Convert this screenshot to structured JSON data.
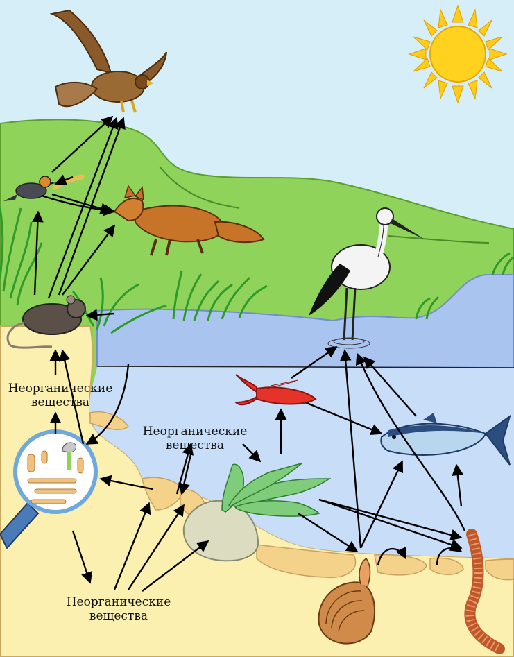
{
  "labels": {
    "left": {
      "line1": "Неорганические",
      "line2": "вещества"
    },
    "middle": {
      "line1": "Неорганические",
      "line2": "вещества"
    },
    "bottom": {
      "line1": "Неорганические",
      "line2": "вещества"
    }
  },
  "organisms": [
    "eagle",
    "small-bird",
    "fox",
    "mouse",
    "stork",
    "crayfish",
    "tuna-fish",
    "algae",
    "clam",
    "worm",
    "decomposers-magnifier",
    "sun"
  ],
  "colors": {
    "sky": "#d6eef8",
    "grass": "#8fd35a",
    "water_surface": "#aac4f0",
    "water_deep": "#c8ddf7",
    "soil": "#fbf0b0",
    "sediment": "#f5d28a",
    "sun": "#ffd21f",
    "arrow": "#000000"
  }
}
